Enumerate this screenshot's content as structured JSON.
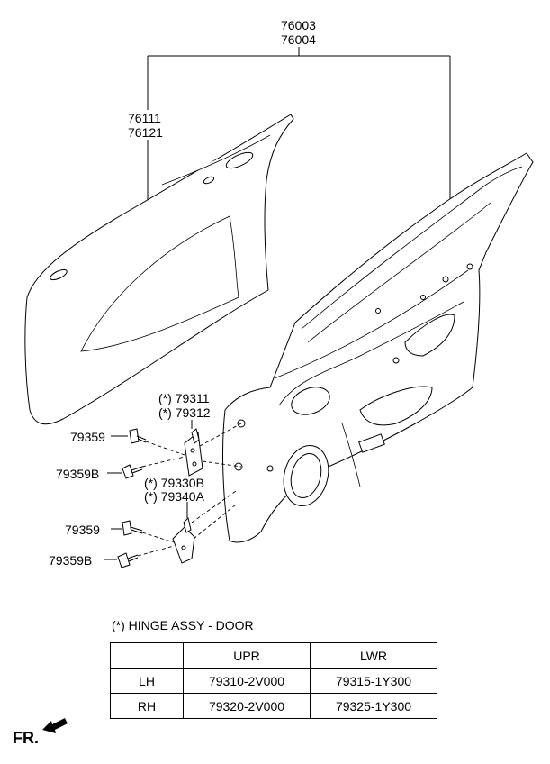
{
  "labels": {
    "assy_upper": "76003",
    "assy_lower": "76004",
    "panel_upper": "76111",
    "panel_lower": "76121",
    "hinge_a_upper": "(*) 79311",
    "hinge_a_lower": "(*) 79312",
    "hinge_b_upper": "(*) 79330B",
    "hinge_b_lower": "(*) 79340A",
    "bolt_1": "79359",
    "bolt_2": "79359B",
    "bolt_3": "79359",
    "bolt_4": "79359B"
  },
  "legend": "(*) HINGE ASSY - DOOR",
  "table": {
    "headers": [
      "",
      "UPR",
      "LWR"
    ],
    "rows": [
      [
        "LH",
        "79310-2V000",
        "79315-1Y300"
      ],
      [
        "RH",
        "79320-2V000",
        "79325-1Y300"
      ]
    ]
  },
  "fr_label": "FR."
}
